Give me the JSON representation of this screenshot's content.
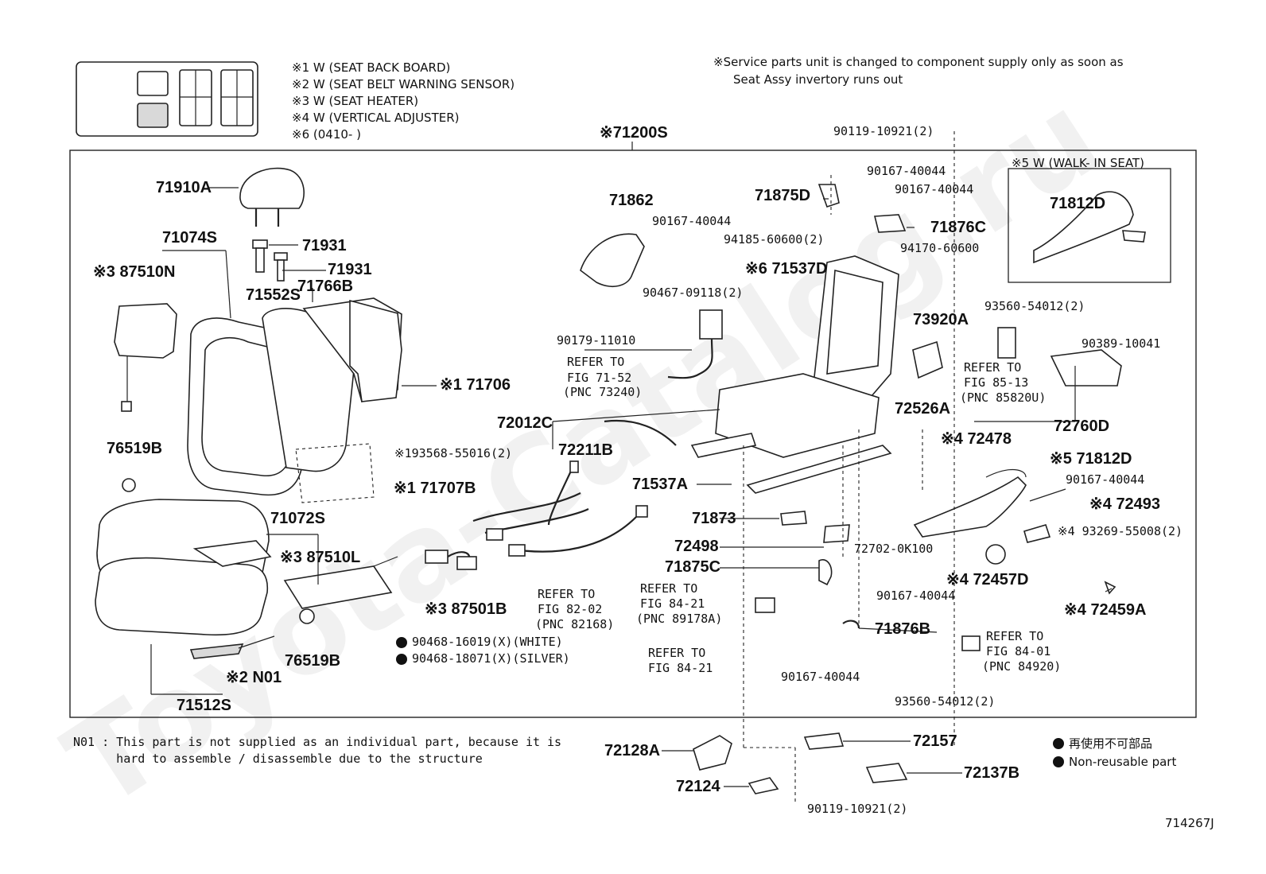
{
  "header": {
    "notes": [
      "※1  W (SEAT BACK BOARD)",
      "※2  W (SEAT BELT WARNING SENSOR)",
      "※3  W (SEAT  HEATER)",
      "※4  W (VERTICAL ADJUSTER)",
      "※6  (0410-      )"
    ],
    "service_note_line1": "※Service parts unit is changed to component supply only as soon as",
    "service_note_line2": "Seat Assy invertory runs out",
    "main_part": "※71200S",
    "walk_in_title": "※5  W (WALK- IN SEAT)"
  },
  "parts": {
    "p71910A": "71910A",
    "p71074S": "71074S",
    "p87510N": "※3 87510N",
    "p71931a": "71931",
    "p71931b": "71931",
    "p71552S": "71552S",
    "p71766B": "71766B",
    "p71706": "※1 71706",
    "p193568": "※193568-55016(2)",
    "p76519Ba": "76519B",
    "p71707B": "※1  71707B",
    "p71072S": "71072S",
    "p87510L": "※3 87510L",
    "p87501B": "※3 87501B",
    "p76519Bb": "76519B",
    "pN01": "※2 N01",
    "p71512S": "71512S",
    "p90468w": "90468-16019(X)(WHITE)",
    "p90468s": "90468-18071(X)(SILVER)",
    "p71862": "71862",
    "p90167a": "90167-40044",
    "p90467": "90467-09118(2)",
    "p90179": "90179-11010",
    "refer7152a": "REFER  TO",
    "refer7152b": "FIG  71-52",
    "refer7152c": "(PNC  73240)",
    "p72012C": "72012C",
    "p72211B": "72211B",
    "p71537A": "71537A",
    "p71873": "71873",
    "p72498": "72498",
    "p71875C": "71875C",
    "refer8202a": "REFER  TO",
    "refer8202b": "FIG  82-02",
    "refer8202c": "(PNC  82168)",
    "refer8421a": "REFER  TO",
    "refer8421b": "FIG  84-21",
    "refer8421c": "(PNC  89178A)",
    "refer8421d": "REFER  TO",
    "refer8421e": "FIG  84-21",
    "p90119a": "90119-10921(2)",
    "p90167b": "90167-40044",
    "p90167c": "90167-40044",
    "p71875D": "71875D",
    "p71876C": "71876C",
    "p94185": "94185-60600(2)",
    "p94170": "94170-60600",
    "p71537D": "※6 71537D",
    "p73920A": "73920A",
    "p72526A": "72526A",
    "p72702": "72702-0K100",
    "p90167d": "90167-40044",
    "p71876B": "71876B",
    "p90167e": "90167-40044",
    "p71812D": "71812D",
    "p93560a": "93560-54012(2)",
    "p90389": "90389-10041",
    "refer8513a": "REFER  TO",
    "refer8513b": "FIG  85-13",
    "refer8513c": "(PNC  85820U)",
    "p72760D": "72760D",
    "p72478": "※4  72478",
    "p71812D5": "※5  71812D",
    "p90167f": "90167-40044",
    "p72493": "※4  72493",
    "p93269": "※4   93269-55008(2)",
    "p72457D": "※4 72457D",
    "p72459A": "※4 72459A",
    "refer8401a": "REFER  TO",
    "refer8401b": "FIG  84-01",
    "refer8401c": "(PNC  84920)",
    "p93560b": "93560-54012(2)",
    "p72128A": "72128A",
    "p72124": "72124",
    "p90119b": "90119-10921(2)",
    "p72157": "72157",
    "p72137B": "72137B"
  },
  "footnote": {
    "line1": "N01 : This part is not supplied as an individual part, because it is",
    "line2": "      hard to assemble / disassemble due to the structure"
  },
  "legend": {
    "jp": "再使用不可部品",
    "en": "Non-reusable part"
  },
  "diagram_code": "714267J",
  "watermark": "Toyota-Catalog.ru"
}
